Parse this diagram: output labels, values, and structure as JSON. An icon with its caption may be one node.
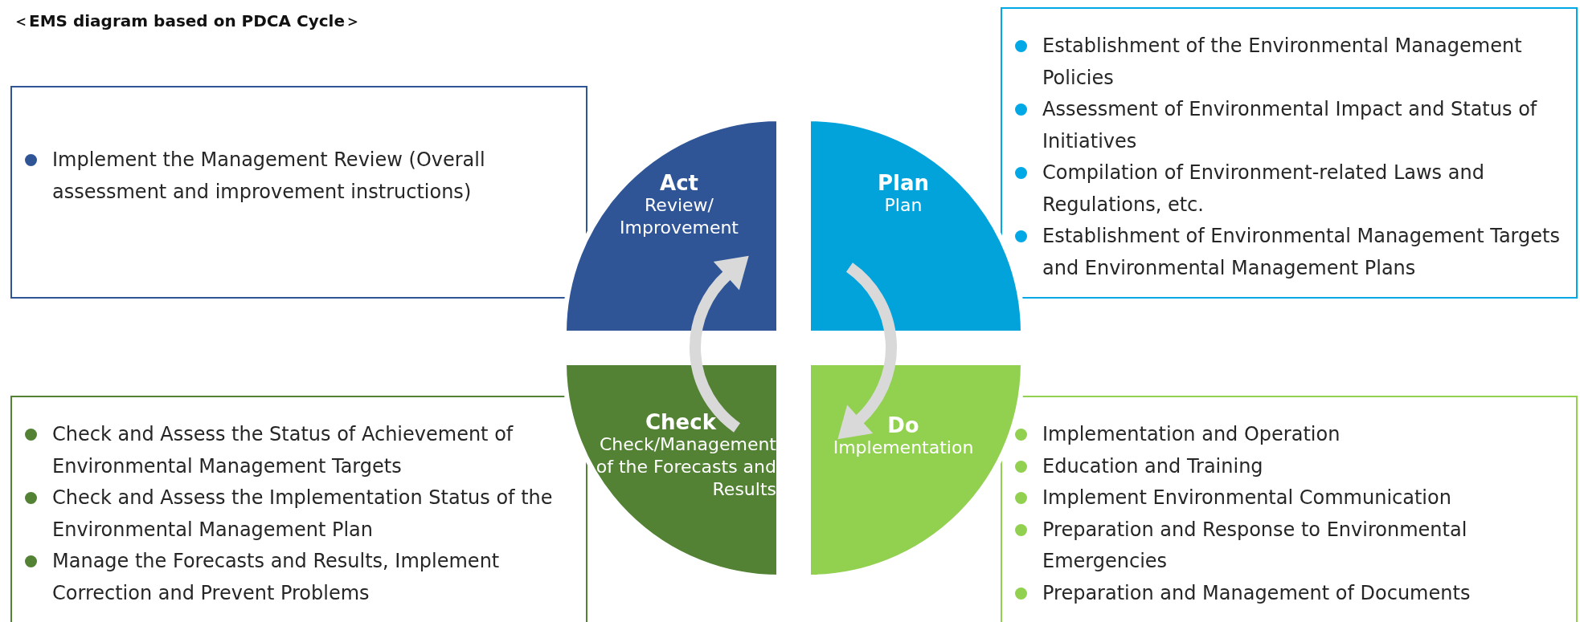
{
  "diagram": {
    "title": "＜EMS diagram based on PDCA Cycle＞",
    "nodes": [
      {
        "text": [
          "Implement the Management Review (Overall assessment and improvement instructions)"
        ]
      },
      {
        "text": [
          "Establishment of the Environmental Management Policies",
          "Assessment of Environmental Impact and Status of Initiatives",
          "Compilation of Environment-related Laws and Regulations, etc.",
          "Establishment of Environmental Management Targets and Environmental Management Plans"
        ]
      },
      {
        "text": [
          "Act",
          "Review/ Improvement"
        ]
      },
      {
        "text": [
          "Plan",
          "Plan"
        ]
      },
      {
        "text": [
          "Check",
          "Check/Management of the Forecasts and Results"
        ]
      },
      {
        "text": [
          "Do",
          "Implementation"
        ]
      },
      {
        "text": [
          "Check and Assess the Status of Achievement of Environmental Management Targets",
          "Check and Assess the Implementation Status of the Environmental Management Plan",
          "Manage the Forecasts and Results, Implement Correction and Prevent Problems"
        ]
      },
      {
        "text": [
          "Implementation and Operation",
          "Education and Training",
          "Implement Environmental Communication",
          "Preparation and Response to Environmental Emergencies",
          "Preparation and Management of Documents"
        ]
      }
    ],
    "edges": [
      {
        "from": 3,
        "to": 5,
        "arrow": "to"
      },
      {
        "from": 4,
        "to": 2,
        "arrow": "to"
      }
    ]
  }
}
